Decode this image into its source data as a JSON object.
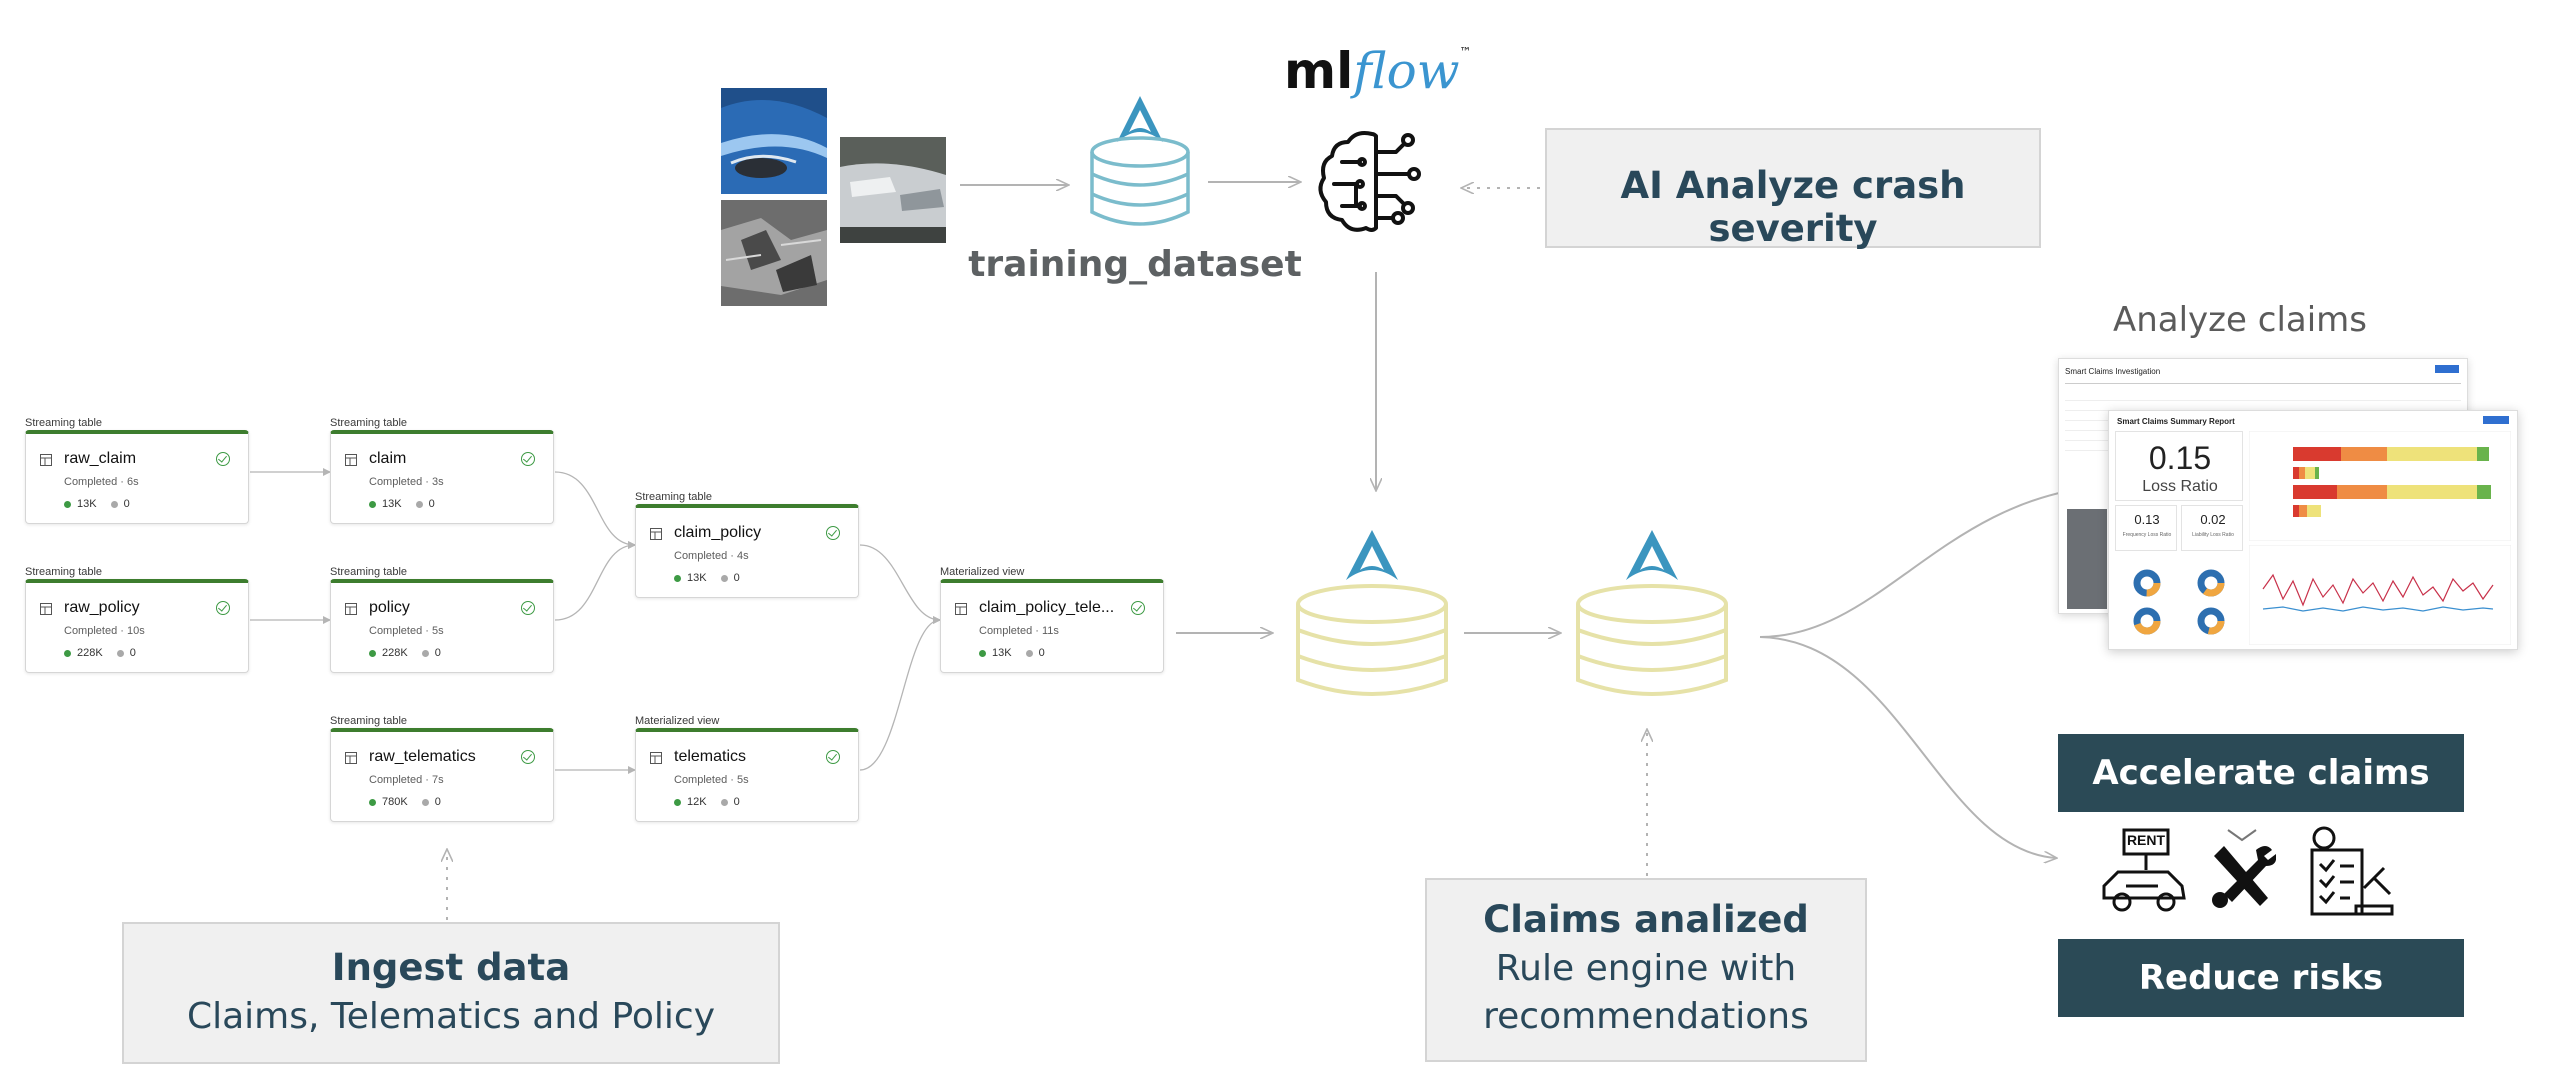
{
  "pipeline": {
    "nodes": [
      {
        "type": "Streaming table",
        "name": "raw_claim",
        "status": "Completed · 6s",
        "rows": "13K",
        "dropped": "0"
      },
      {
        "type": "Streaming table",
        "name": "raw_policy",
        "status": "Completed · 10s",
        "rows": "228K",
        "dropped": "0"
      },
      {
        "type": "Streaming table",
        "name": "claim",
        "status": "Completed · 3s",
        "rows": "13K",
        "dropped": "0"
      },
      {
        "type": "Streaming table",
        "name": "policy",
        "status": "Completed · 5s",
        "rows": "228K",
        "dropped": "0"
      },
      {
        "type": "Streaming table",
        "name": "raw_telematics",
        "status": "Completed · 7s",
        "rows": "780K",
        "dropped": "0"
      },
      {
        "type": "Streaming table",
        "name": "claim_policy",
        "status": "Completed · 4s",
        "rows": "13K",
        "dropped": "0"
      },
      {
        "type": "Materialized view",
        "name": "telematics",
        "status": "Completed · 5s",
        "rows": "12K",
        "dropped": "0"
      },
      {
        "type": "Materialized view",
        "name": "claim_policy_tele...",
        "status": "Completed · 11s",
        "rows": "13K",
        "dropped": "0"
      }
    ]
  },
  "training": {
    "dataset_label": "training_dataset"
  },
  "mlflow": {
    "logo_prefix": "ml",
    "logo_suffix": "flow",
    "tm": "™"
  },
  "ai_callout": {
    "label": "AI Analyze crash severity"
  },
  "analyze": {
    "title": "Analyze claims",
    "report_title": "Smart Claims Summary Report",
    "investigation_title": "Smart Claims Investigation",
    "loss_ratio_value": "0.15",
    "loss_ratio_label": "Loss Ratio",
    "frequency_loss_value": "0.13",
    "frequency_loss_label": "Frequency Loss Ratio",
    "liability_loss_value": "0.02",
    "liability_loss_label": "Liability Loss Ratio"
  },
  "outcomes": {
    "accelerate": "Accelerate claims",
    "reduce": "Reduce risks",
    "rent_sign": "RENT"
  },
  "ingest": {
    "title": "Ingest data",
    "subtitle": "Claims, Telematics and Policy"
  },
  "claims": {
    "title": "Claims analized",
    "line1": "Rule engine with",
    "line2": "recommendations"
  },
  "colors": {
    "accent_dark": "#2b4a56",
    "node_border": "#3d7d2e",
    "delta_blue": "#3b95bf",
    "db_yellow": "#e6e2a8",
    "db_teal": "#7bbccc"
  }
}
